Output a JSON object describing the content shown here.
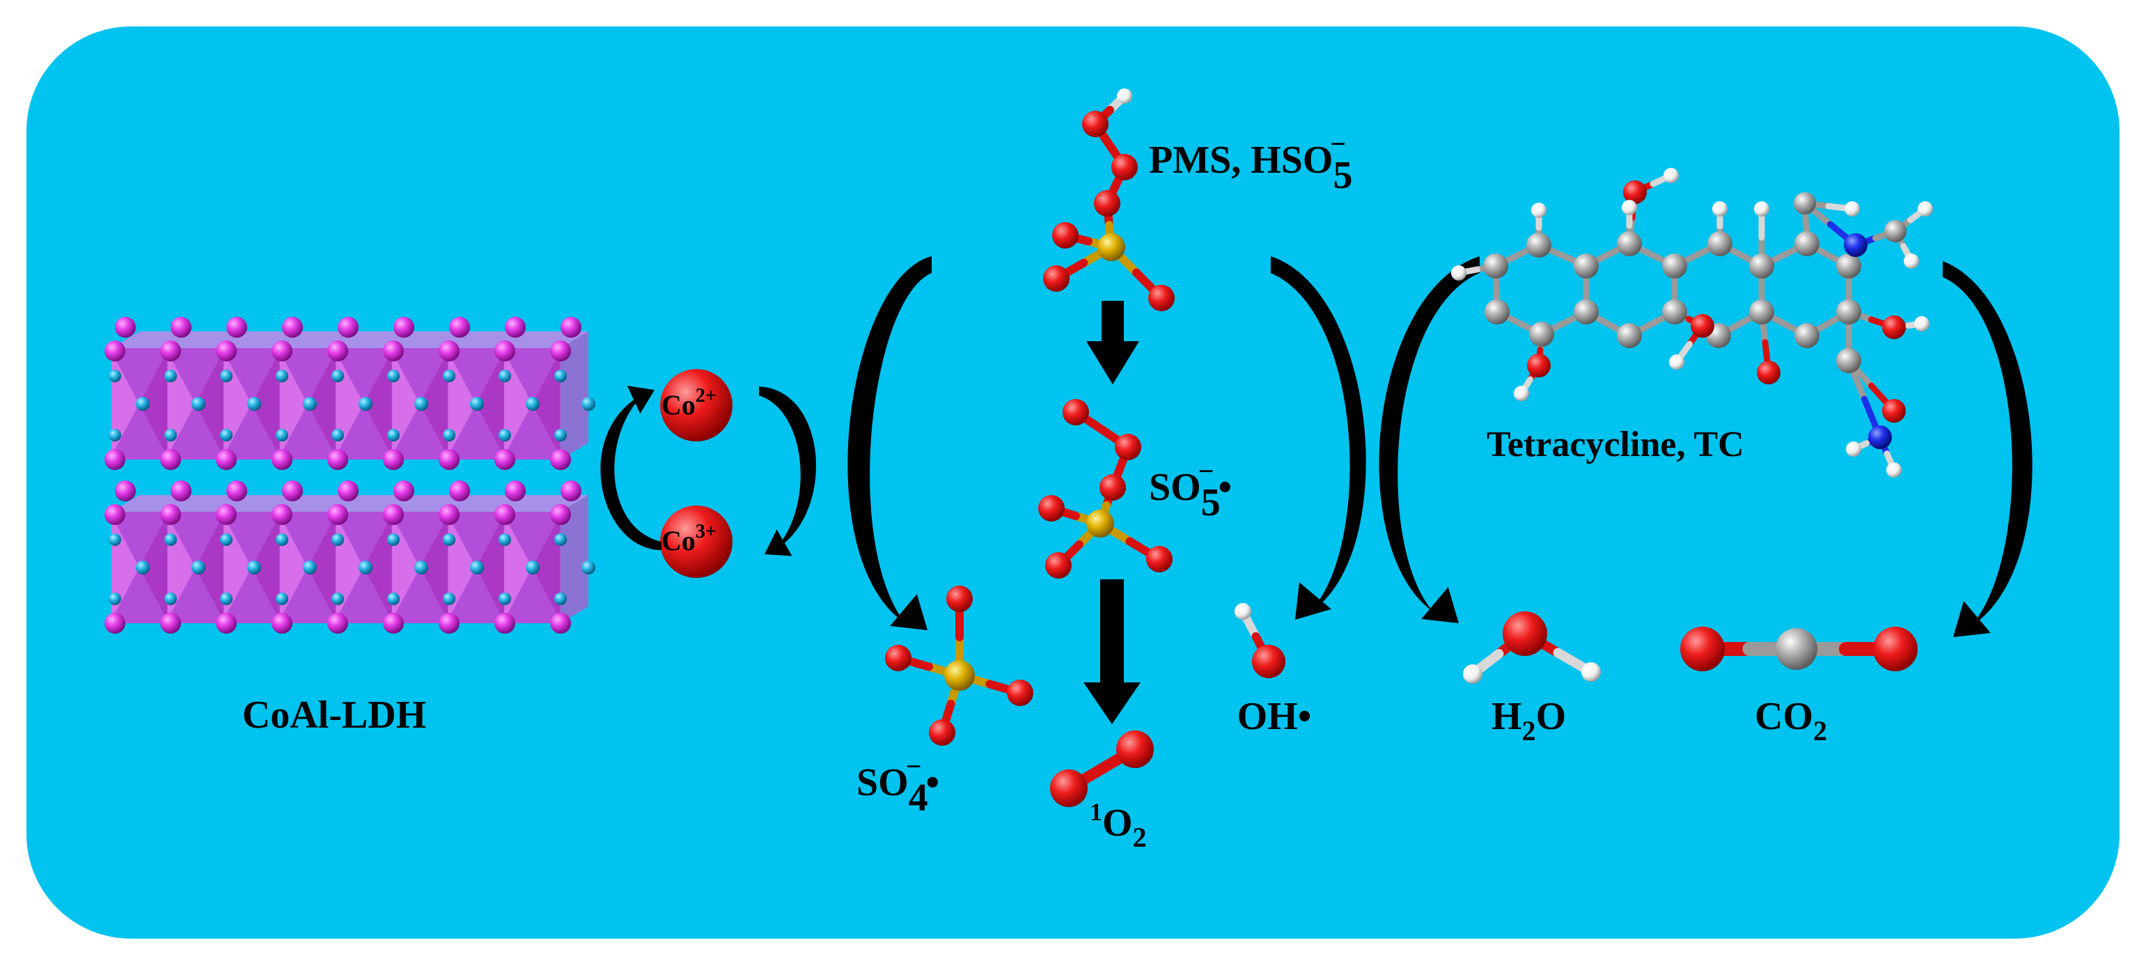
{
  "colors": {
    "panel_background": "#00c3ef",
    "oxygen": "#ee1c1c",
    "sulfur": "#e0b000",
    "carbon": "#a6a6a6",
    "hydrogen": "#f2f2f2",
    "nitrogen": "#1e2fe8",
    "ldh_octahedra": "#e030e0",
    "ldh_sphere_magenta": "#e23be8",
    "ldh_sphere_cyan": "#2bb6e6",
    "arrow": "#000000"
  },
  "icons": [
    "ldh-layer-icon",
    "cobalt-ion-icon",
    "pms-molecule-icon",
    "sulfate-radical-icon",
    "peroxymonosulfate-radical-icon",
    "singlet-oxygen-icon",
    "hydroxyl-radical-icon",
    "water-molecule-icon",
    "carbon-dioxide-icon",
    "tetracycline-molecule-icon"
  ],
  "labels": {
    "catalyst": "CoAl-LDH",
    "co2plus": {
      "base": "Co",
      "sup": "2+"
    },
    "co3plus": {
      "base": "Co",
      "sup": "3+"
    },
    "pms": {
      "prefix": "PMS, HSO",
      "sub": "5",
      "sup": "−"
    },
    "so5_radical": {
      "prefix": "SO",
      "sub": "5",
      "sup": "−",
      "suffix": "•"
    },
    "so4_radical": {
      "prefix": "SO",
      "sub": "4",
      "sup": "−",
      "suffix": "•"
    },
    "singlet_oxygen": {
      "pre_sup": "1",
      "base": "O",
      "sub": "2"
    },
    "hydroxyl": "OH•",
    "water": {
      "base": "H",
      "sub": "2",
      "suffix": "O"
    },
    "carbon_dioxide": {
      "base": "CO",
      "sub": "2"
    },
    "pollutant": "Tetracycline, TC"
  }
}
